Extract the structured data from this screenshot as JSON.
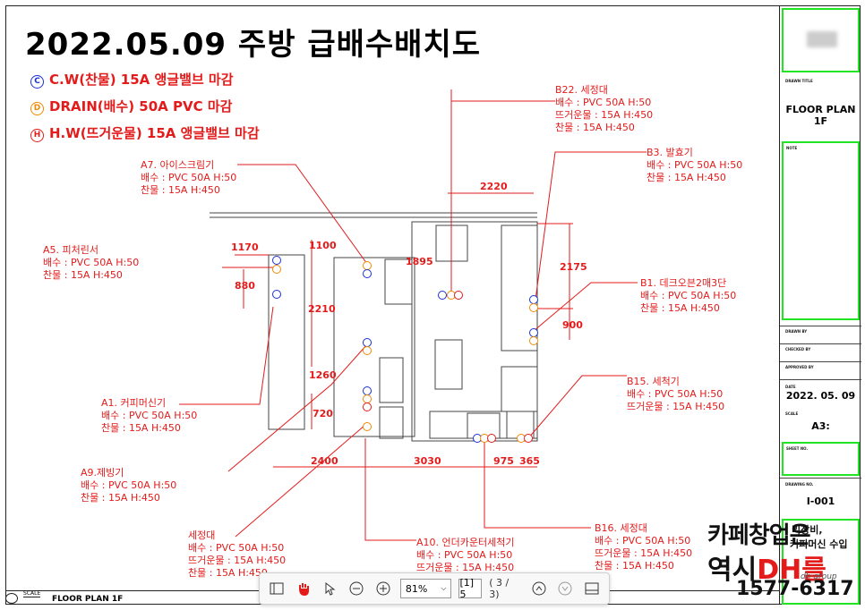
{
  "title": "2022.05.09 주방 급배수배치도",
  "legend": [
    {
      "badge": "C",
      "text": "C.W(찬물) 15A 앵글밸브 마감",
      "color": "#1a2fd6"
    },
    {
      "badge": "D",
      "text": "DRAIN(배수) 50A PVC 마감",
      "color": "#f08a00"
    },
    {
      "badge": "H",
      "text": "H.W(뜨거운물) 15A 앵글밸브 마감",
      "color": "#e31b1b"
    }
  ],
  "labels": {
    "b22": "B22. 세정대\n배수 : PVC 50A H:50\n뜨거운물 : 15A H:450\n찬물 : 15A H:450",
    "b3": "B3. 발효기\n배수 : PVC 50A H:50\n찬물 : 15A H:450",
    "a7": "A7. 아이스크림기\n배수 : PVC 50A H:50\n찬물 : 15A H:450",
    "a5": "A5. 피처린서\n배수 : PVC 50A H:50\n찬물 : 15A H:450",
    "b1": "B1. 데크오븐2매3단\n배수 : PVC 50A H:50\n찬물 : 15A H:450",
    "a1": "A1. 커피머신기\n배수 : PVC 50A H:50\n찬물 : 15A H:450",
    "b15": "B15. 세척기\n배수 : PVC 50A H:50\n뜨거운물 : 15A H:450",
    "a9": "A9.제빙기\n배수 : PVC 50A H:50\n찬물 : 15A H:450",
    "sink": "세정대\n배수 : PVC 50A H:50\n뜨거운물 : 15A H:450\n찬물 : 15A H:450",
    "a10": "A10. 언더카운터세척기\n배수 : PVC 50A H:50\n뜨거운물 : 15A H:450",
    "b16": "B16. 세정대\n배수 : PVC 50A H:50\n뜨거운물 : 15A H:450\n찬물 : 15A H:450"
  },
  "dims": {
    "d2220": "2220",
    "d1170": "1170",
    "d1100": "1100",
    "d1895": "1895",
    "d2175": "2175",
    "d880": "880",
    "d2210": "2210",
    "d900": "900",
    "d1260": "1260",
    "d720": "720",
    "d2400": "2400",
    "d3030": "3030",
    "d975": "975",
    "d365": "365"
  },
  "title_block": {
    "drawn_title_caption": "DRAWN TITLE",
    "drawn_title": "FLOOR PLAN 1F",
    "note_caption": "NOTE",
    "drawn_by_caption": "DRAWN BY",
    "checked_by_caption": "CHECKED BY",
    "approved_by_caption": "APPROVED BY",
    "date_caption": "DATE",
    "date": "2022. 05. 09",
    "scale_caption": "SCALE",
    "scale": "A3:",
    "sheet_no_caption": "SHEET NO.",
    "drawing_no_caption": "DRAWING NO.",
    "drawing_no": "I-001"
  },
  "scalebar": {
    "caption": "SCALE",
    "name": "FLOOR PLAN 1F"
  },
  "toolbar": {
    "zoom": "81%",
    "page_input": "[1] 5",
    "page_count": "( 3 / 3)"
  },
  "ad": {
    "line1": "카페창업은",
    "line2a": "역시",
    "line2b": "DH를",
    "phone": "1577-6317",
    "sub1": "리장비,",
    "sub2": "커피머신 수입",
    "brand": "dh group"
  },
  "colors": {
    "red": "#e31b1b",
    "blue": "#1a2fd6",
    "orange": "#f08a00",
    "green": "#22e422"
  }
}
